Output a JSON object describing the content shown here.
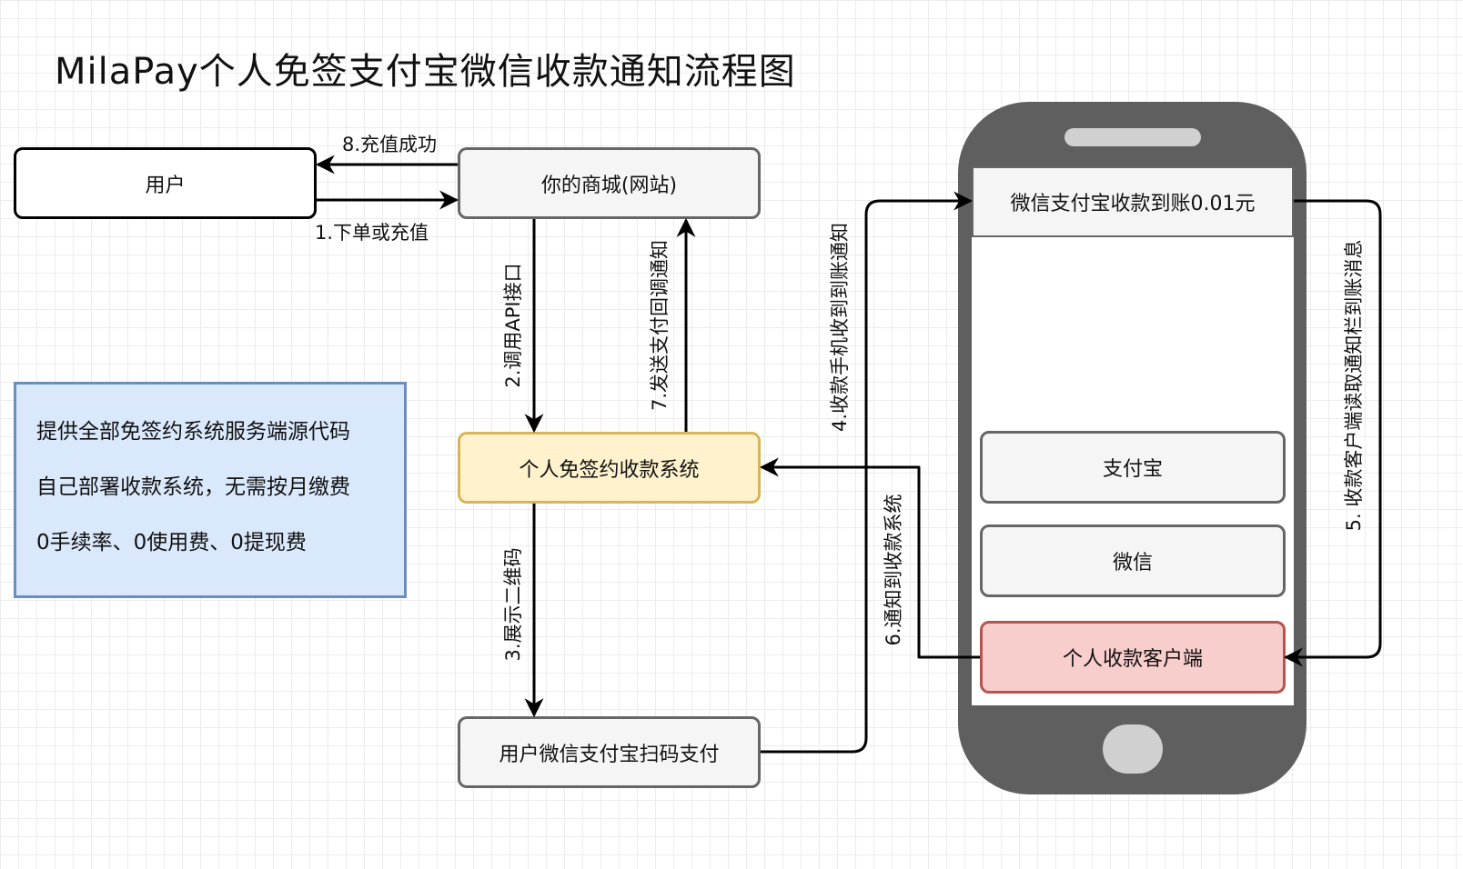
{
  "title": "MilaPay个人免签支付宝微信收款通知流程图",
  "nodes": {
    "user": "用户",
    "shop": "你的商城(网站)",
    "system": "个人免签约收款系统",
    "scan_pay": "用户微信支付宝扫码支付"
  },
  "phone": {
    "notification": "微信支付宝收款到账0.01元",
    "alipay": "支付宝",
    "wechat": "微信",
    "client": "个人收款客户端"
  },
  "info": [
    "提供全部免签约系统服务端源代码",
    "自己部署收款系统，无需按月缴费",
    "0手续率、0使用费、0提现费"
  ],
  "edges": {
    "e1": "1.下单或充值",
    "e2": "2.调用API接口",
    "e3": "3.展示二维码",
    "e4": "4.收款手机收到到账通知",
    "e5": "5. 收款客户端读取通知栏到账消息",
    "e6": "6.通知到收款系统",
    "e7": "7.发送支付回调通知",
    "e8": "8.充值成功"
  },
  "colors": {
    "system_fill": "#fff2cc",
    "system_border": "#d6b656",
    "client_fill": "#f8cecc",
    "client_border": "#b85450",
    "info_fill": "#dae8fc",
    "info_border": "#6c8ebf",
    "phone_body": "#5f5f5f"
  }
}
